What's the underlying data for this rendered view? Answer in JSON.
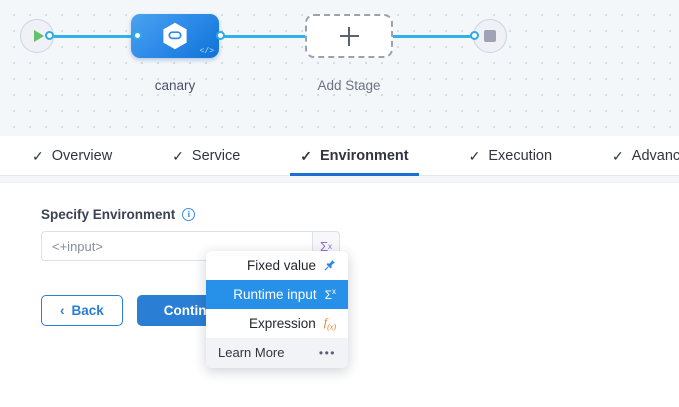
{
  "canvas": {
    "start_node": {
      "icon": "play-icon"
    },
    "end_node": {
      "icon": "stop-icon"
    },
    "stages": [
      {
        "label": "canary",
        "icon": "harness-hexagon-icon",
        "badge": "</>"
      },
      {
        "label": "Add Stage",
        "icon": "plus-icon"
      }
    ]
  },
  "tabs": [
    {
      "label": "Overview",
      "check": "✓",
      "active": false
    },
    {
      "label": "Service",
      "check": "✓",
      "active": false
    },
    {
      "label": "Environment",
      "check": "✓",
      "active": true
    },
    {
      "label": "Execution",
      "check": "✓",
      "active": false
    },
    {
      "label": "Advanced",
      "check": "✓",
      "active": false
    }
  ],
  "form": {
    "field_label": "Specify Environment",
    "info_icon": "i",
    "input_value": "",
    "input_placeholder": "<+input>",
    "sigma_label": "Σ",
    "sigma_sup": "x",
    "back_label": "Back",
    "back_chevron": "‹",
    "continue_label": "Continue"
  },
  "dropdown": {
    "items": [
      {
        "label": "Fixed value",
        "icon": "pin-icon",
        "glyph": "📌",
        "selected": false
      },
      {
        "label": "Runtime input",
        "icon": "sigma-icon",
        "glyph": "Σ",
        "selected": true
      },
      {
        "label": "Expression",
        "icon": "fx-icon",
        "glyph": "f(x)",
        "selected": false
      }
    ],
    "footer_label": "Learn More",
    "footer_dots": "•••"
  },
  "colors": {
    "accent_blue": "#2a7fd4",
    "wire_blue": "#33b0e8",
    "selected_blue": "#2790e8",
    "expression_orange": "#ef7c23",
    "sigma_purple": "#8e6fc9",
    "play_green": "#62c16a"
  }
}
